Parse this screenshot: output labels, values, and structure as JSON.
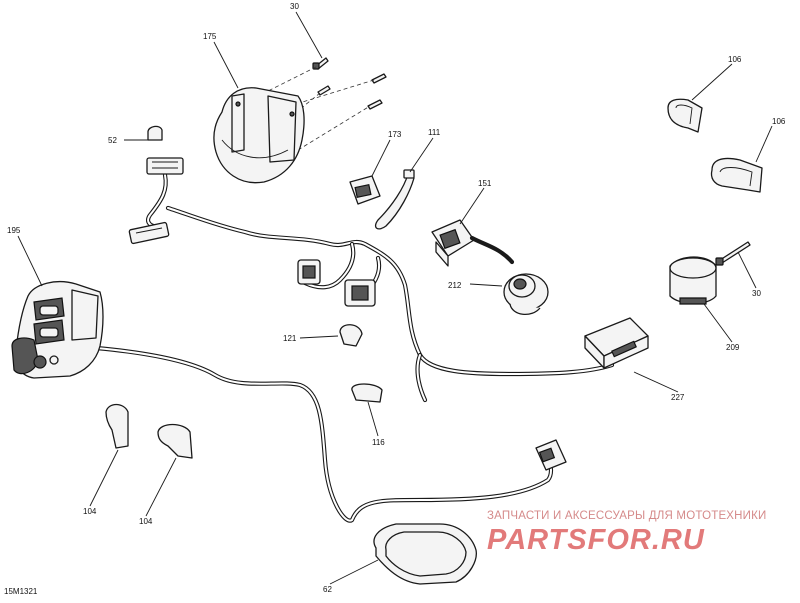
{
  "callouts": {
    "c30_top": "30",
    "c175": "175",
    "c52": "52",
    "c173": "173",
    "c111": "111",
    "c106_a": "106",
    "c106_b": "106",
    "c195": "195",
    "c151": "151",
    "c212": "212",
    "c30_right": "30",
    "c209": "209",
    "c121": "121",
    "c227": "227",
    "c116": "116",
    "c104_a": "104",
    "c104_b": "104",
    "c62": "62"
  },
  "drawing_code": "15M1321",
  "watermark": {
    "text": "ЗАПЧАСТИ И АКСЕССУАРЫ ДЛЯ МОТОТЕХНИКИ",
    "logo": "PARTSFOR.RU"
  }
}
